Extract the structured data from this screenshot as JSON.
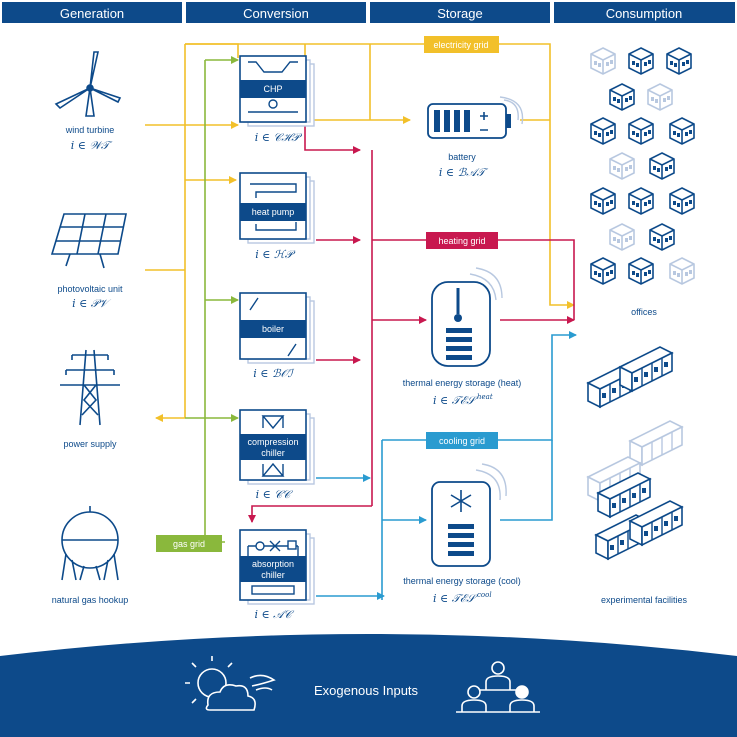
{
  "headers": {
    "generation": "Generation",
    "conversion": "Conversion",
    "storage": "Storage",
    "consumption": "Consumption"
  },
  "colors": {
    "header": "#0d4a8a",
    "electricity": "#f2c02a",
    "heating": "#c8184f",
    "cooling": "#2a9bd0",
    "gas": "#8ab83c",
    "footer": "#0d4a8a"
  },
  "generation": {
    "wind": {
      "label": "wind turbine",
      "math": "i ∈ 𝒲𝒯",
      "icon": "wind-turbine-icon"
    },
    "pv": {
      "label": "photovoltaic unit",
      "math": "i ∈ 𝒫𝒱",
      "icon": "solar-panel-icon"
    },
    "power": {
      "label": "power supply",
      "icon": "power-pylon-icon"
    },
    "gas": {
      "label": "natural gas hookup",
      "icon": "gas-tank-icon"
    }
  },
  "conversion": {
    "chp": {
      "label": "CHP",
      "math": "i ∈ 𝒞ℋ𝒫"
    },
    "hp": {
      "label": "heat pump",
      "math": "i ∈ ℋ𝒫"
    },
    "boi": {
      "label": "boiler",
      "math": "i ∈ ℬ𝒪ℐ"
    },
    "cc": {
      "label1": "compression",
      "label2": "chiller",
      "math": "i ∈ 𝒞𝒞"
    },
    "ac": {
      "label1": "absorption",
      "label2": "chiller",
      "math": "i ∈ 𝒜𝒞"
    }
  },
  "storage": {
    "battery": {
      "label": "battery",
      "math": "i ∈ ℬ𝒜𝒯"
    },
    "tes_heat": {
      "label": "thermal energy storage (heat)",
      "math": "i ∈ 𝒯ℰ𝒮",
      "sup": "heat"
    },
    "tes_cool": {
      "label": "thermal energy storage (cool)",
      "math": "i ∈ 𝒯ℰ𝒮",
      "sup": "cool"
    }
  },
  "grids": {
    "electricity": "electricity grid",
    "heating": "heating grid",
    "cooling": "cooling grid",
    "gas": "gas grid"
  },
  "consumption": {
    "offices": "offices",
    "experimental": "experimental facilities"
  },
  "footer": {
    "title": "Exogenous Inputs"
  }
}
